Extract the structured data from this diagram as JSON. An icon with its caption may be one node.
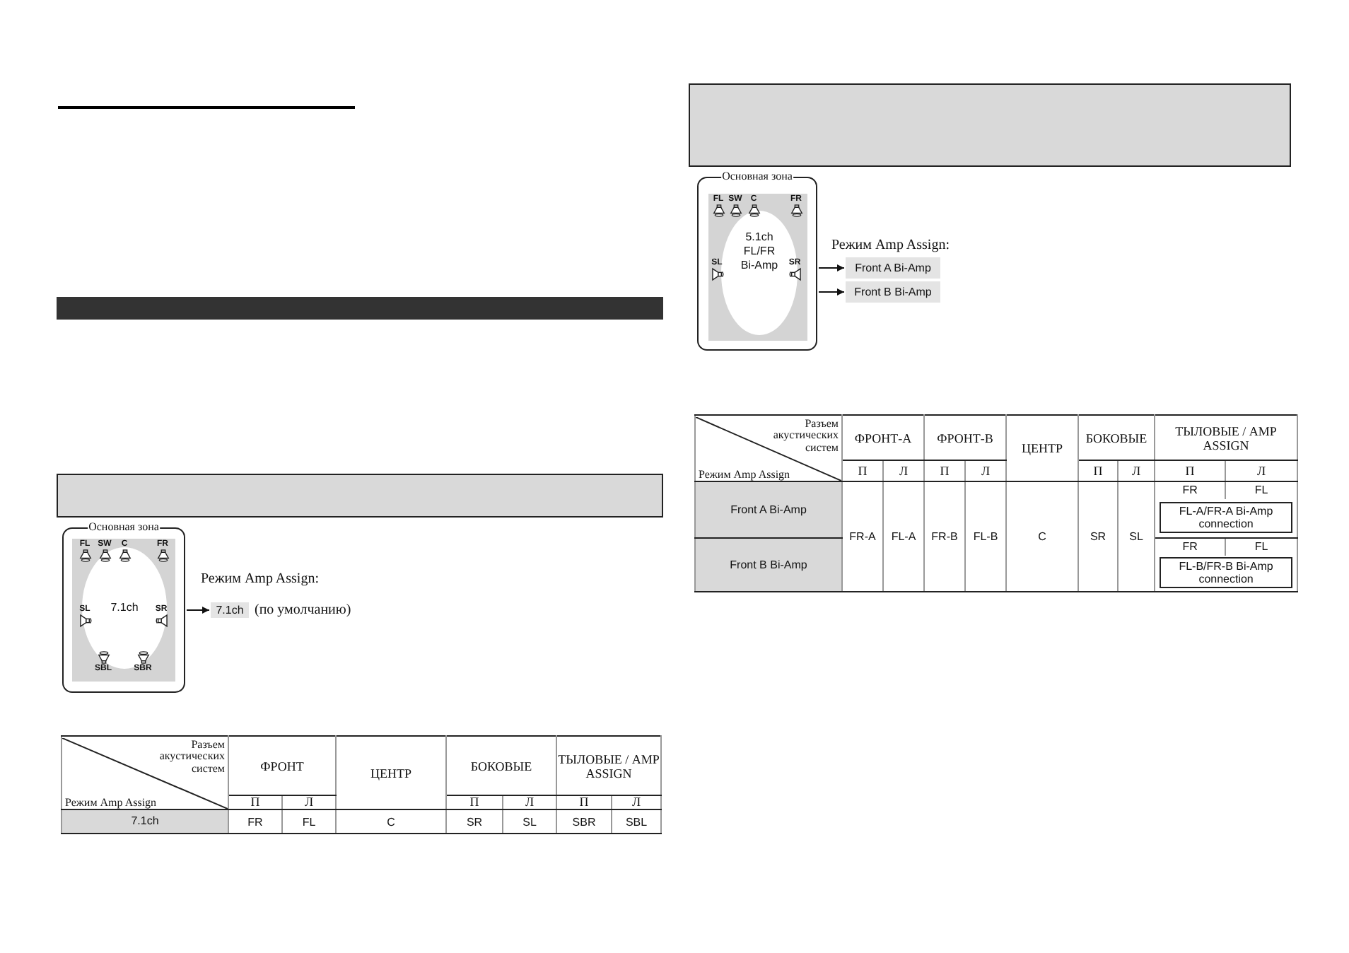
{
  "diagram": {
    "nodes": [
      {
        "text": [],
        "shape": "bar"
      },
      {
        "text": [
          "Основная зона"
        ]
      },
      {
        "text": [
          "7.1ch"
        ],
        "in": 1
      },
      {
        "text": [
          "7.1ch"
        ],
        "beside": [
          "(по умолчанию)"
        ]
      },
      {
        "text": [
          "Основная зона"
        ]
      },
      {
        "text": [
          "5.1ch FL/FR Bi-Amp"
        ],
        "in": 4
      },
      {
        "text": [
          "Front A Bi-Amp"
        ]
      },
      {
        "text": [
          "Front B Bi-Amp"
        ]
      }
    ],
    "edges": [
      {
        "from": 1,
        "to": 3,
        "arrow": "to"
      },
      {
        "from": 4,
        "to": 6,
        "arrow": "to"
      },
      {
        "from": 4,
        "to": 7,
        "arrow": "to"
      }
    ],
    "labels": [
      "FL",
      "SW",
      "C",
      "FR",
      "SL",
      "SR",
      "SBL",
      "SBR",
      "Режим Amp Assign:",
      "Разъем акустических систем",
      "ФРОНТ",
      "ЦЕНТР",
      "БОКОВЫЕ",
      "ТЫЛОВЫЕ / AMP ASSIGN",
      "Режим Amp Assign",
      "П",
      "Л",
      "П",
      "Л",
      "П",
      "Л",
      "7.1ch",
      "FR",
      "FL",
      "C",
      "SR",
      "SL",
      "SBR",
      "SBL",
      "FL",
      "SW",
      "C",
      "FR",
      "SL",
      "SR",
      "Режим Amp Assign:",
      "Разъем акустических систем",
      "ФРОНТ-A",
      "ФРОНТ-B",
      "ЦЕНТР",
      "БОКОВЫЕ",
      "ТЫЛОВЫЕ / AMP ASSIGN",
      "Режим Amp Assign",
      "П",
      "Л",
      "П",
      "Л",
      "П",
      "Л",
      "П",
      "Л",
      "Front A Bi-Amp",
      "FR-A",
      "FL-A",
      "FR-B",
      "FL-B",
      "C",
      "SR",
      "SL",
      "FR",
      "FL",
      "FL-A/FR-A Bi-Amp connection",
      "Front B Bi-Amp",
      "FR",
      "FL",
      "FL-B/FR-B Bi-Amp connection"
    ]
  }
}
